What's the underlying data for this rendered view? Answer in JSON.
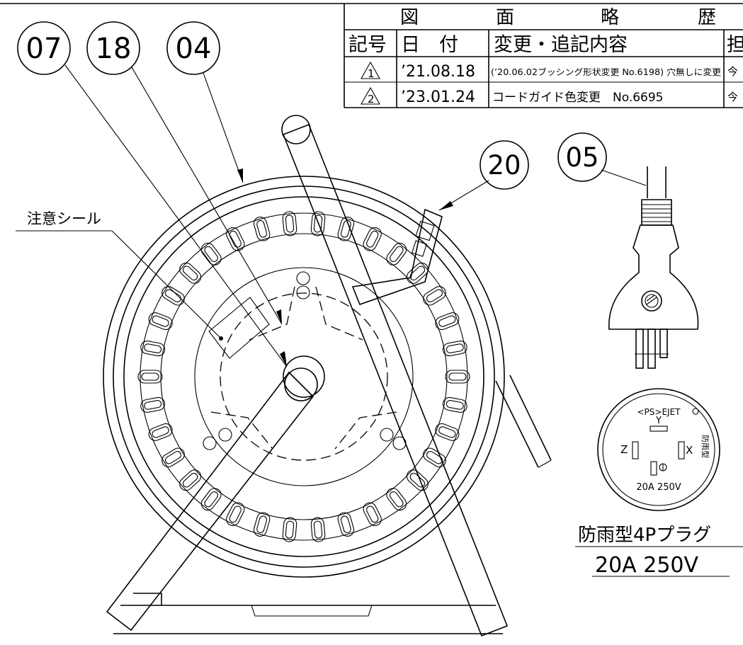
{
  "revision_table": {
    "title_chars": [
      "図",
      "面",
      "略",
      "歴"
    ],
    "headers": [
      "記号",
      "日　付",
      "変更・追記内容",
      "担"
    ],
    "rows": [
      {
        "mark": "1",
        "date": "’21.08.18",
        "content": "(’20.06.02ブッシング形状変更 No.6198) 穴無しに変更",
        "person": "今"
      },
      {
        "mark": "2",
        "date": "’23.01.24",
        "content": "コードガイド色変更　No.6695",
        "person": "今"
      }
    ]
  },
  "balloons": {
    "b07": "07",
    "b18": "18",
    "b04": "04",
    "b20": "20",
    "b05": "05"
  },
  "labels": {
    "caution_seal": "注意シール",
    "plug_type": "防雨型4Pプラグ",
    "plug_rating": "20A 250V"
  },
  "plug_face": {
    "marking_top": "<PS>EJET",
    "pin_y": "Y",
    "pin_z": "Z",
    "pin_x": "X",
    "side_text": "防雨型",
    "rating": "20A 250V"
  }
}
